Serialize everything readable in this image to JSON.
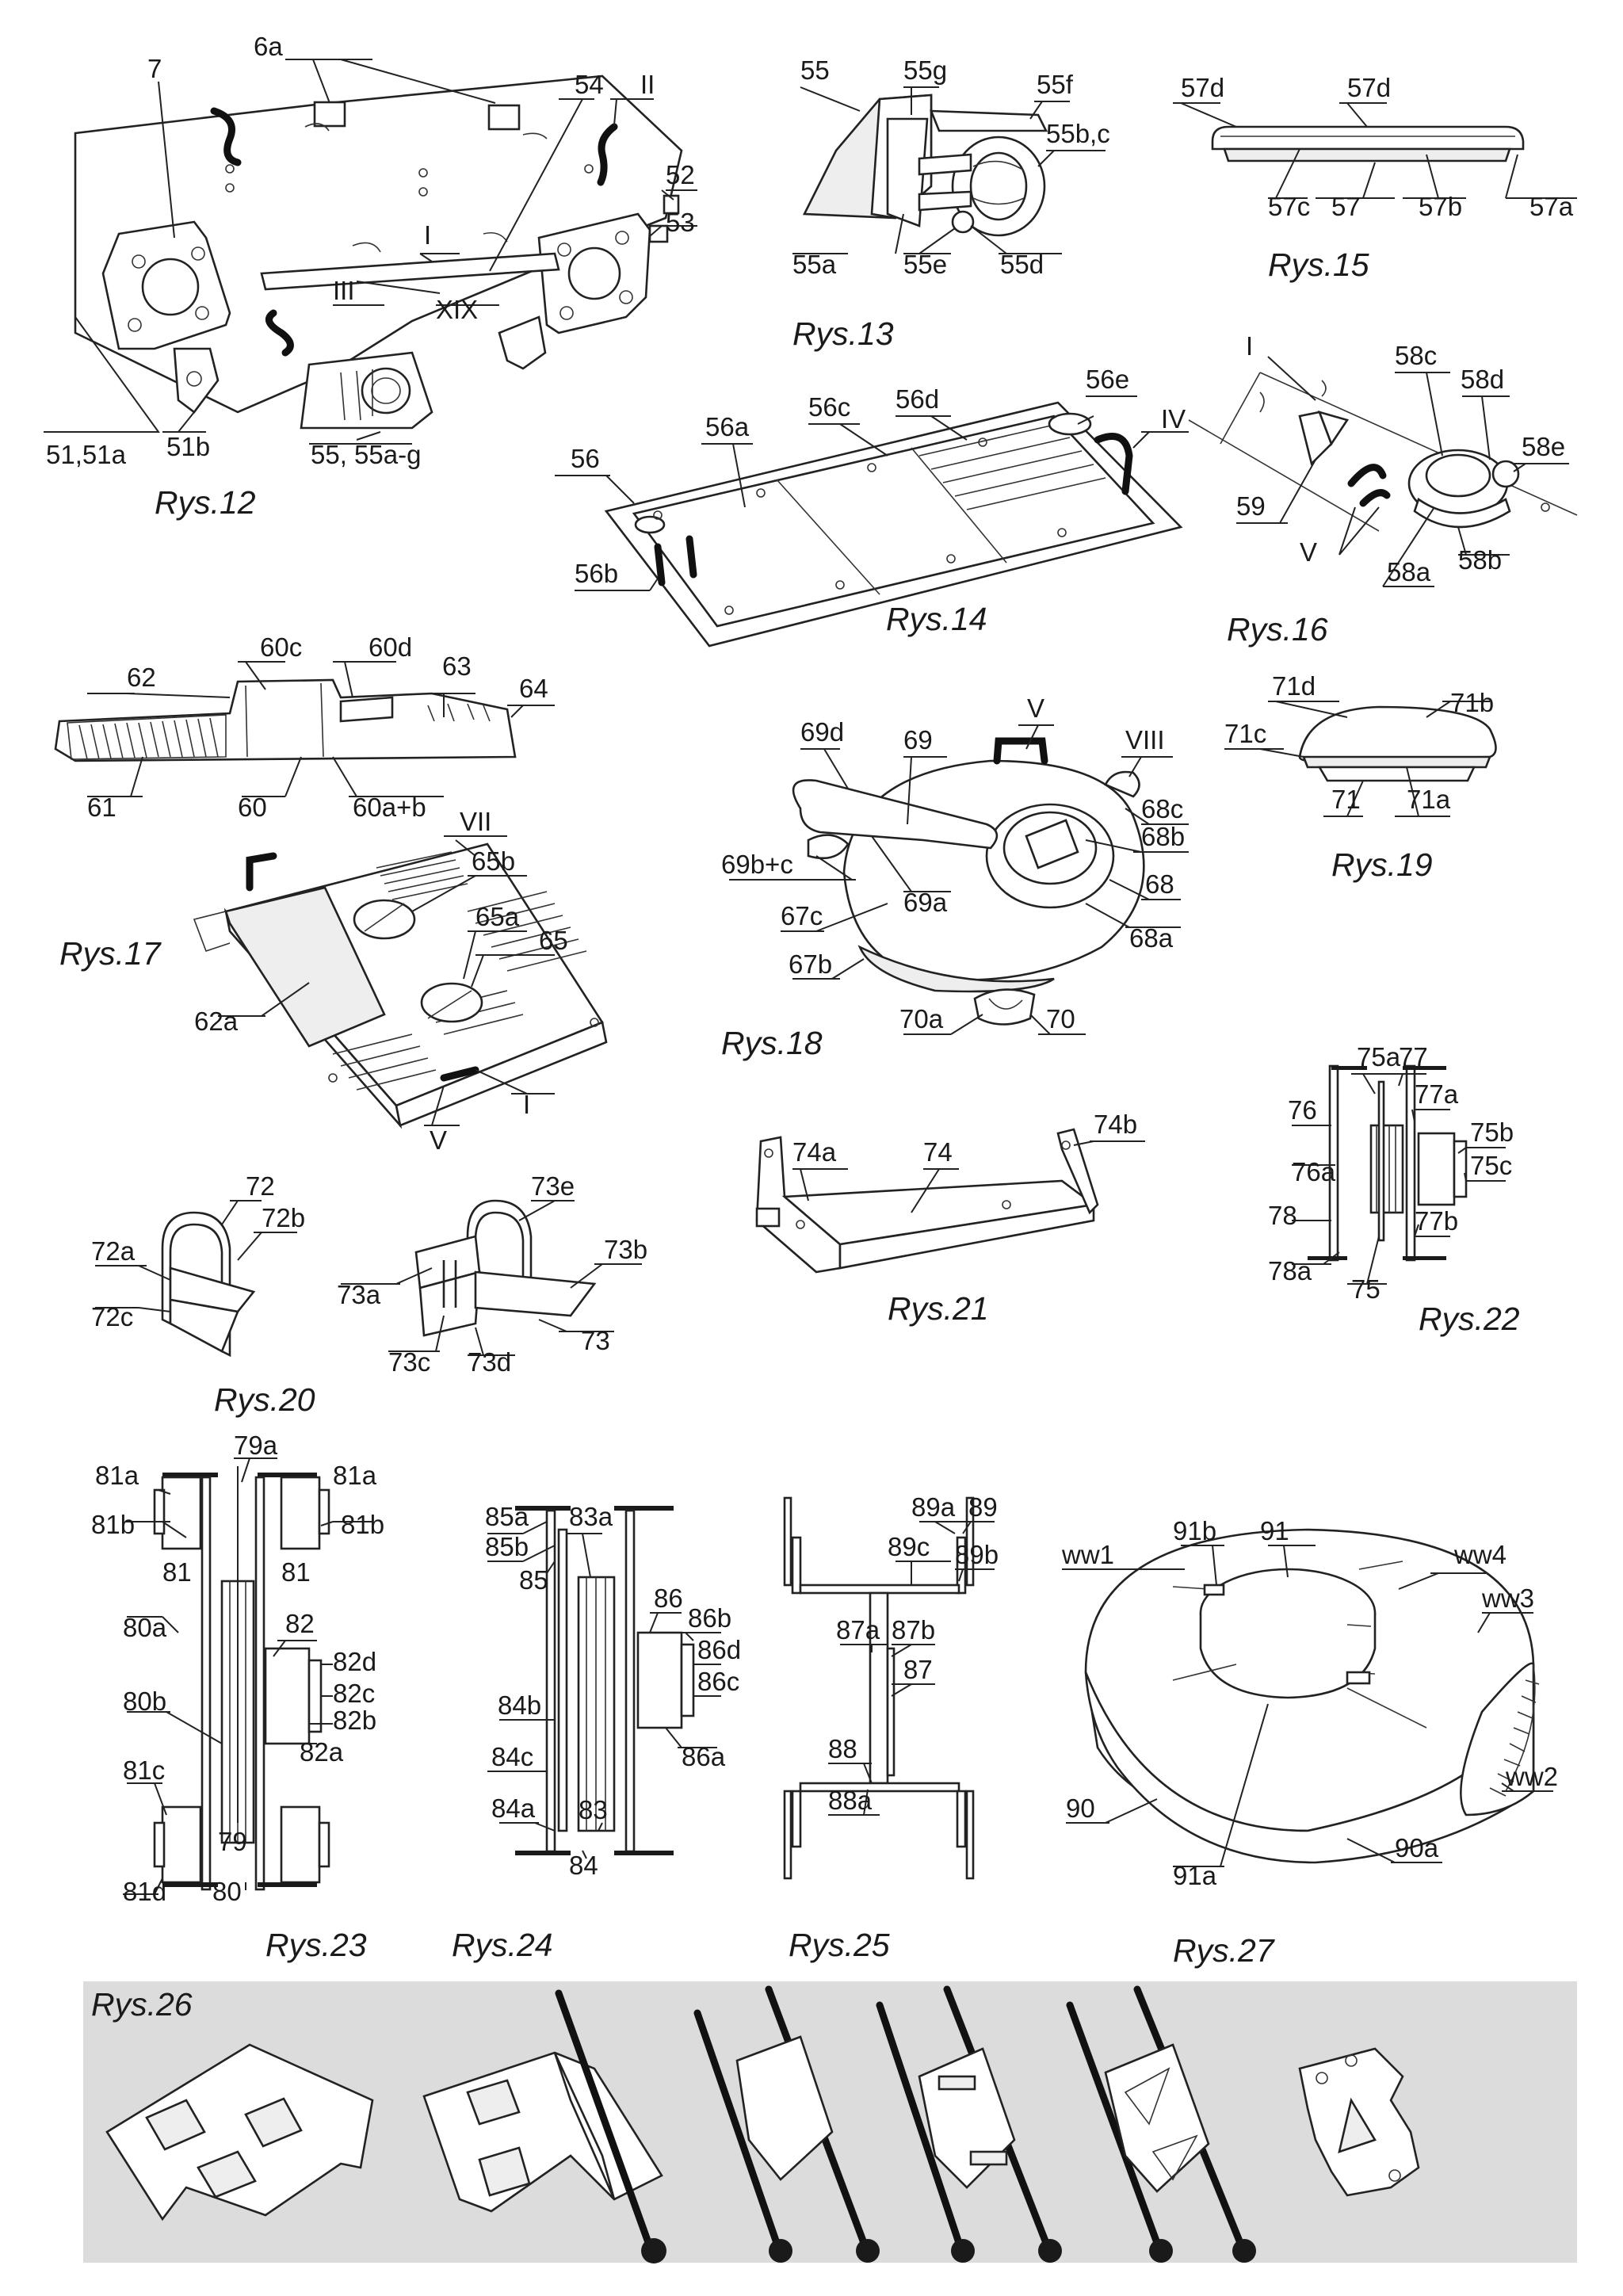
{
  "captions": {
    "rys12": "Rys.12",
    "rys13": "Rys.13",
    "rys14": "Rys.14",
    "rys15": "Rys.15",
    "rys16": "Rys.16",
    "rys17": "Rys.17",
    "rys18": "Rys.18",
    "rys19": "Rys.19",
    "rys20": "Rys.20",
    "rys21": "Rys.21",
    "rys22": "Rys.22",
    "rys23": "Rys.23",
    "rys24": "Rys.24",
    "rys25": "Rys.25",
    "rys26": "Rys.26",
    "rys27": "Rys.27"
  },
  "labels": {
    "fig12": [
      "7",
      "6a",
      "54",
      "II",
      "52",
      "53",
      "I",
      "III",
      "XIX",
      "51,51a",
      "51b",
      "55, 55a-g"
    ],
    "fig13": [
      "55",
      "55g",
      "55f",
      "55b,c",
      "55a",
      "55e",
      "55d"
    ],
    "fig14": [
      "56",
      "56a",
      "56c",
      "56d",
      "56e",
      "IV",
      "56b"
    ],
    "fig15": [
      "57d",
      "57d",
      "57c",
      "57",
      "57b",
      "57a"
    ],
    "fig16": [
      "I",
      "58c",
      "58d",
      "58e",
      "59",
      "V",
      "58a",
      "58b"
    ],
    "fig17a": [
      "60c",
      "60d",
      "62",
      "63",
      "64",
      "61",
      "60",
      "60a+b"
    ],
    "fig17b": [
      "VII",
      "65b",
      "65a",
      "65",
      "62a",
      "V",
      "I"
    ],
    "fig18": [
      "V",
      "VIII",
      "69d",
      "69",
      "68c",
      "68b",
      "69b+c",
      "69a",
      "68",
      "67c",
      "68a",
      "67b",
      "70a",
      "70"
    ],
    "fig19": [
      "71d",
      "71b",
      "71c",
      "71",
      "71a"
    ],
    "fig20": [
      "72",
      "72b",
      "72a",
      "72c",
      "73e",
      "73b",
      "73a",
      "73c",
      "73d",
      "73"
    ],
    "fig21": [
      "74a",
      "74",
      "74b"
    ],
    "fig22": [
      "75a",
      "77",
      "76",
      "77a",
      "75b",
      "76a",
      "75c",
      "78",
      "77b",
      "78a",
      "75"
    ],
    "fig23": [
      "81a",
      "79a",
      "81a",
      "81b",
      "81b",
      "81",
      "81",
      "82",
      "80a",
      "82d",
      "82c",
      "80b",
      "82b",
      "82a",
      "81c",
      "79",
      "81d",
      "80"
    ],
    "fig24": [
      "85a",
      "83a",
      "85b",
      "85",
      "86",
      "86b",
      "86d",
      "86c",
      "84b",
      "86a",
      "84c",
      "84a",
      "83",
      "84"
    ],
    "fig25": [
      "89a",
      "89",
      "89c",
      "89b",
      "87a",
      "87b",
      "87",
      "88",
      "88a"
    ],
    "fig27": [
      "91b",
      "91",
      "ww1",
      "ww4",
      "ww3",
      "ww2",
      "90",
      "91a",
      "90a"
    ]
  },
  "colors": {
    "ink": "#222222",
    "panel": "#dcdcdc",
    "paper": "#ffffff"
  }
}
